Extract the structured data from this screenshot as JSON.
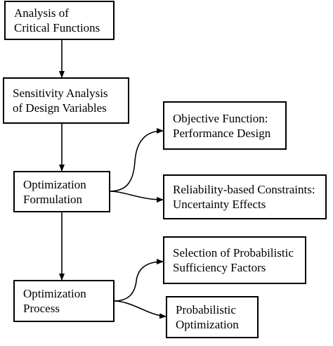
{
  "diagram": {
    "nodes": {
      "critical_functions": {
        "lines": [
          "Analysis of",
          "Critical Functions"
        ]
      },
      "sensitivity": {
        "lines": [
          "Sensitivity Analysis",
          "of Design Variables"
        ]
      },
      "formulation": {
        "lines": [
          "Optimization",
          "Formulation"
        ]
      },
      "objective": {
        "lines": [
          "Objective Function:",
          "Performance Design"
        ]
      },
      "reliability": {
        "lines": [
          "Reliability-based Constraints:",
          "Uncertainty Effects"
        ]
      },
      "process": {
        "lines": [
          "Optimization",
          "Process"
        ]
      },
      "sufficiency": {
        "lines": [
          "Selection of Probabilistic",
          "Sufficiency Factors"
        ]
      },
      "probabilistic": {
        "lines": [
          "Probabilistic",
          "Optimization"
        ]
      }
    }
  }
}
